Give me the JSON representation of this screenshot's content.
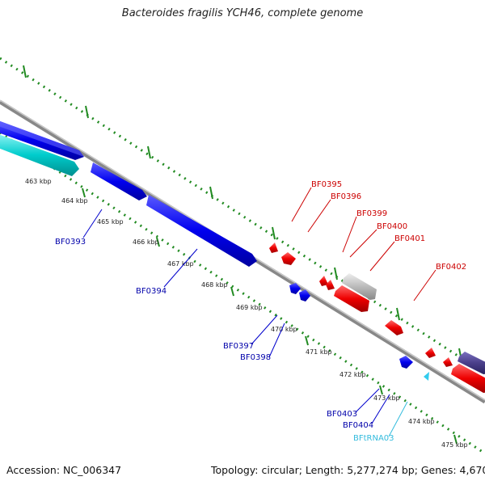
{
  "title": "Bacteroides fragilis YCH46, complete genome",
  "footer": {
    "accession": "Accession: NC_006347",
    "topology": "Topology: circular; Length: 5,277,274 bp; Genes: 4,670"
  },
  "colors": {
    "forward_gene": "#0000ee",
    "reverse_gene": "#ee0000",
    "trna": "#00cccc",
    "pseudo": "#bbbbbb",
    "other": "#4a3f8a",
    "ticks": "#228b22",
    "backbone": "#888888"
  },
  "kbp_labels": [
    "463 kbp",
    "464 kbp",
    "465 kbp",
    "466 kbp",
    "467 kbp",
    "468 kbp",
    "469 kbp",
    "470 kbp",
    "471 kbp",
    "472 kbp",
    "473 kbp",
    "474 kbp",
    "475 kbp"
  ],
  "gene_labels": [
    {
      "text": "BF0393",
      "color": "#0000aa"
    },
    {
      "text": "BF0394",
      "color": "#0000aa"
    },
    {
      "text": "BF0395",
      "color": "#cc0000"
    },
    {
      "text": "BF0396",
      "color": "#cc0000"
    },
    {
      "text": "BF0397",
      "color": "#0000aa"
    },
    {
      "text": "BF0398",
      "color": "#0000aa"
    },
    {
      "text": "BF0399",
      "color": "#cc0000"
    },
    {
      "text": "BF0400",
      "color": "#cc0000"
    },
    {
      "text": "BF0401",
      "color": "#cc0000"
    },
    {
      "text": "BF0402",
      "color": "#cc0000"
    },
    {
      "text": "BF0403",
      "color": "#0000aa"
    },
    {
      "text": "BF0404",
      "color": "#0000aa"
    },
    {
      "text": "BFtRNA03",
      "color": "#33bbdd"
    }
  ]
}
